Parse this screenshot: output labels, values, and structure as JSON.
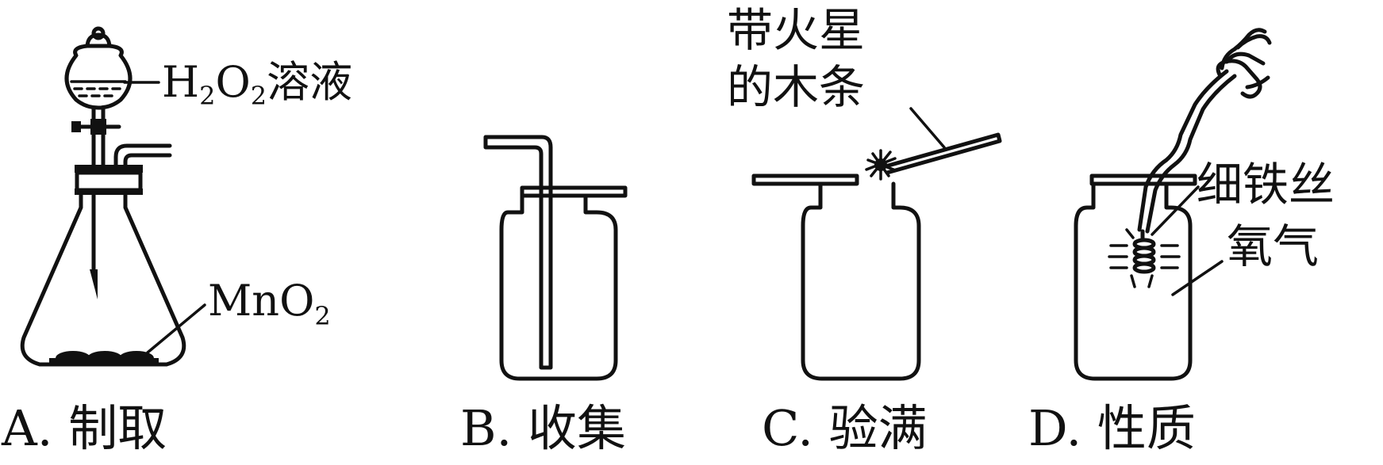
{
  "panels": {
    "a": {
      "caption": "A. 制取",
      "reagent_liquid": {
        "base1": "H",
        "sub1": "2",
        "base2": "O",
        "sub2": "2",
        "rest": "溶液"
      },
      "reagent_solid": {
        "base": "MnO",
        "sub": "2"
      }
    },
    "b": {
      "caption": "B. 收集"
    },
    "c": {
      "caption": "C. 验满",
      "splint_label_line1": "带火星",
      "splint_label_line2": "的木条"
    },
    "d": {
      "caption": "D. 性质",
      "wire_label": "细铁丝",
      "gas_label": "氧气"
    }
  }
}
